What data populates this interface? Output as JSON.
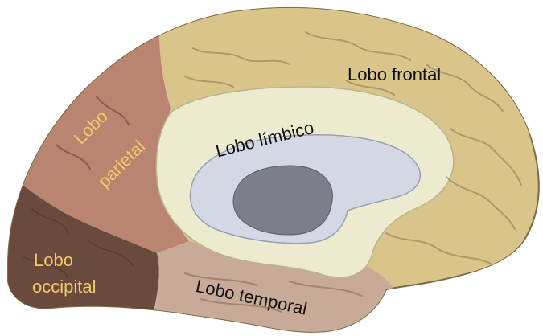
{
  "labels": {
    "frontal": "Lobo frontal",
    "limbico": "Lobo límbico",
    "parietal_line1": "Lobo",
    "parietal_line2": "parietal",
    "occipital_line1": "Lobo",
    "occipital_line2": "occipital",
    "temporal": "Lobo temporal"
  },
  "colors": {
    "frontal": "#d9c58a",
    "parietal": "#b98570",
    "occipital": "#6a4a3c",
    "temporal": "#c8aa98",
    "limbic": "#ecebd0",
    "corpus_callosum": "#d3d8e4",
    "thalamus": "#7c7f89",
    "label_dark": "#111111",
    "label_light": "#f2c86a"
  }
}
